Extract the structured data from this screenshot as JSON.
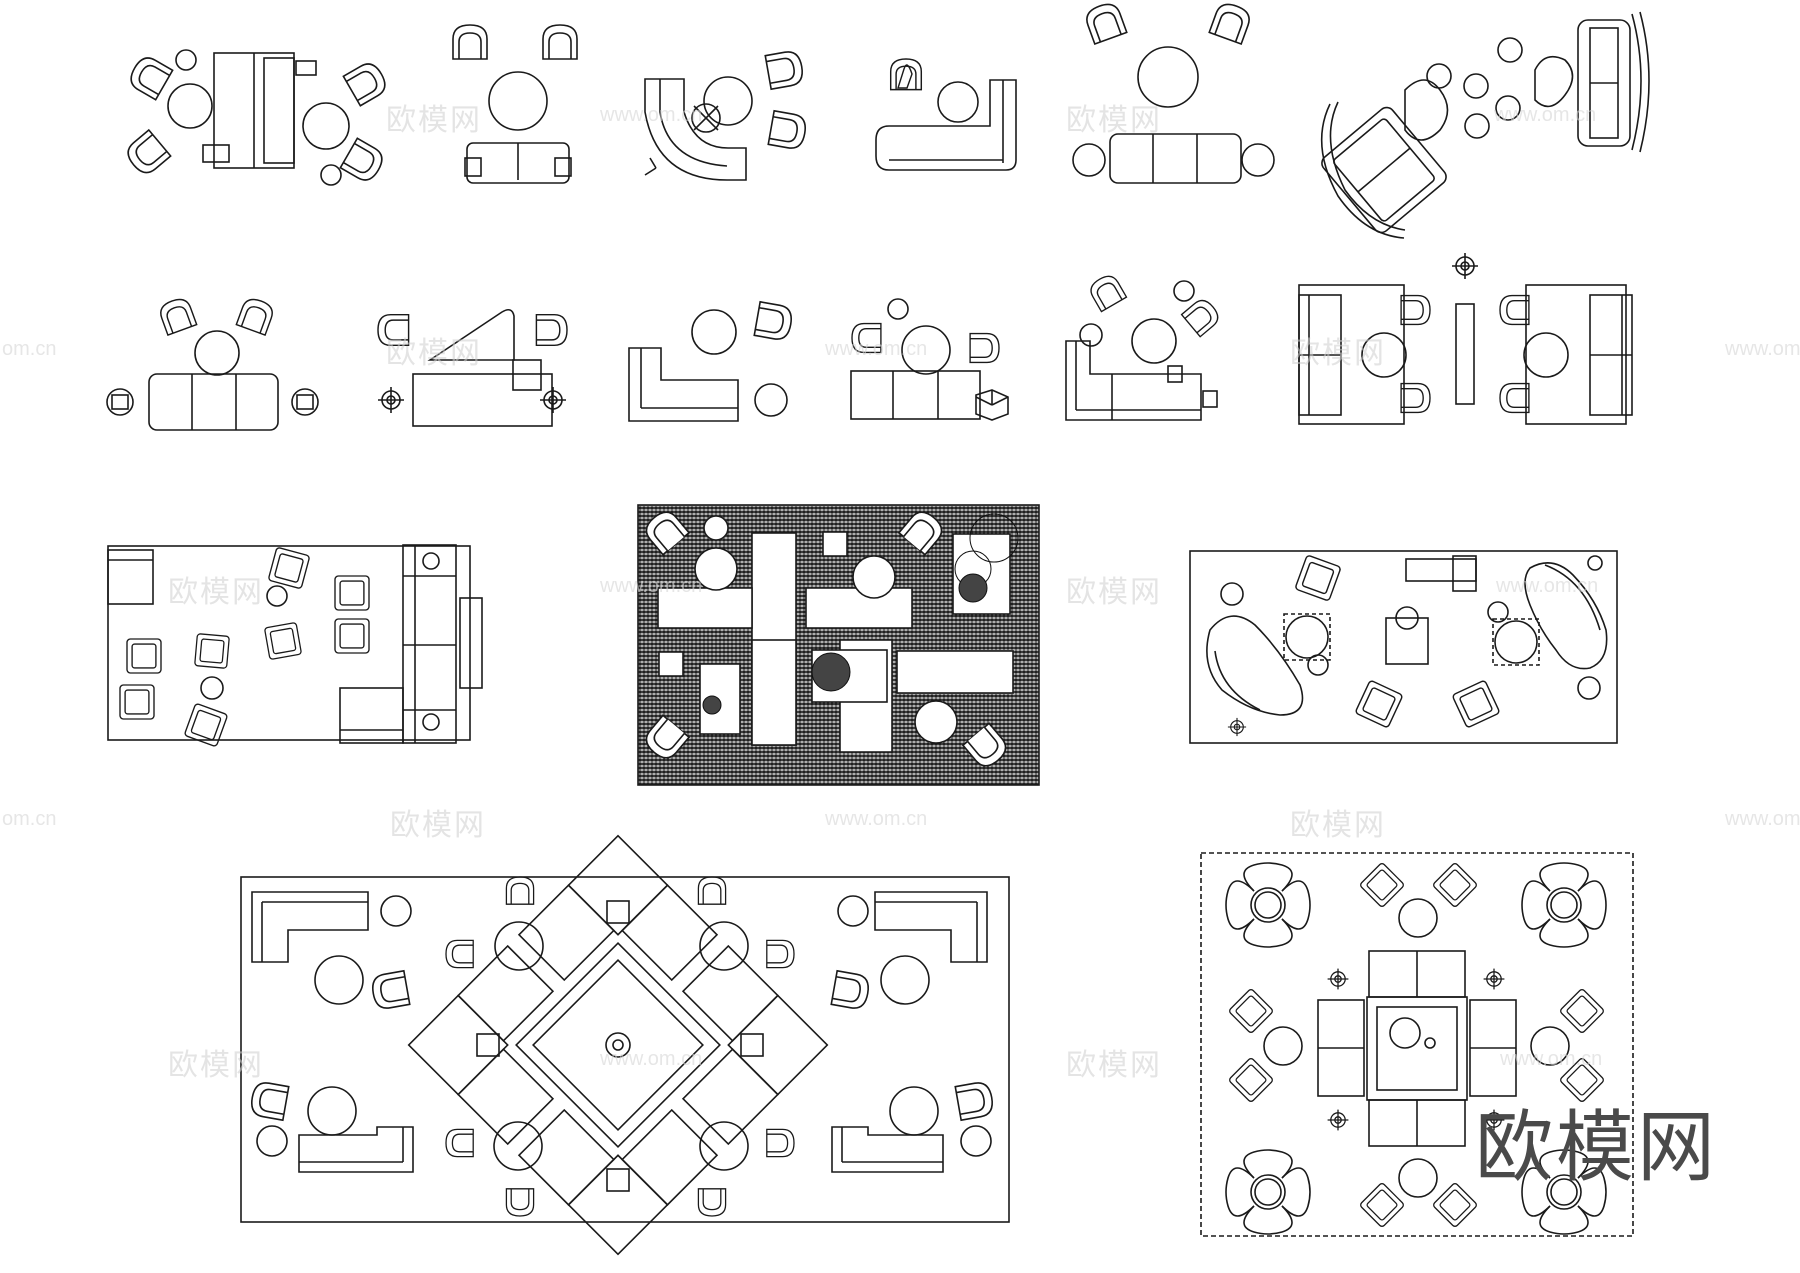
{
  "watermark": {
    "brand": "欧模网",
    "url": "www.om.cn",
    "url_partial": "om.cn"
  },
  "logo": {
    "text": "欧模网"
  },
  "colors": {
    "line": "#1a1a1a",
    "hatch_fill": "#bdbdbd",
    "background": "#ffffff",
    "watermark": "#cfcfcf"
  }
}
